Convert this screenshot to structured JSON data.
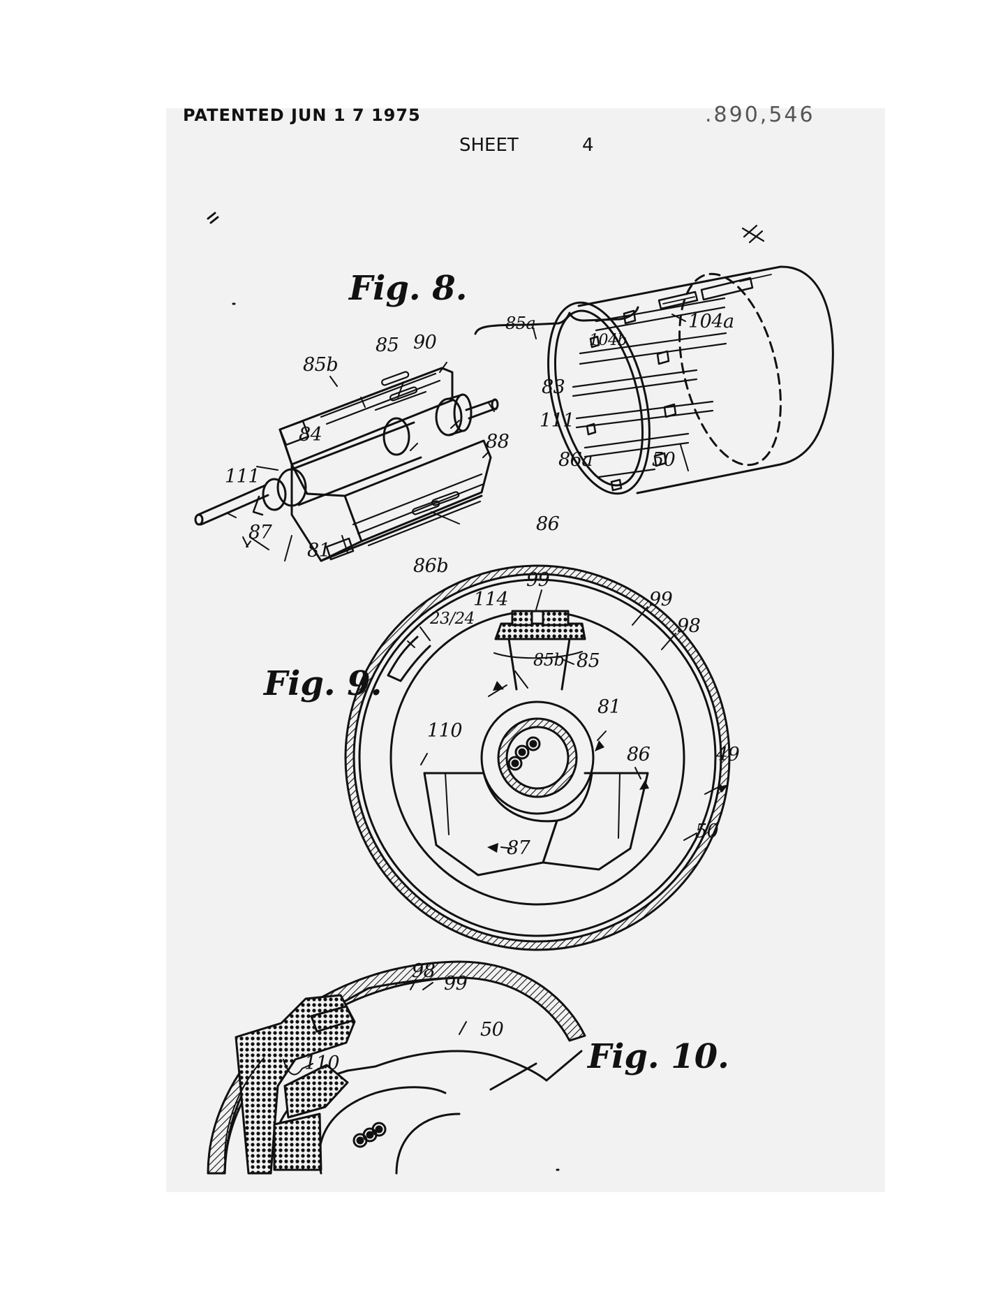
{
  "header": {
    "patented": "PATENTED JUN 1 7 1975",
    "patent_number": ".890,546",
    "sheet_label": "SHEET",
    "sheet_number": "4"
  },
  "figures": {
    "fig8": "Fig. 8.",
    "fig9": "Fig. 9.",
    "fig10": "Fig. 10."
  },
  "labels": {
    "l104a": "104a",
    "l104b": "104b",
    "l85a": "85a",
    "l85": "85",
    "l90": "90",
    "l85b": "85b",
    "l83": "83",
    "l111a": "111",
    "l84": "84",
    "l88": "88",
    "l86a": "86a",
    "l50a": "50",
    "l111b": "111",
    "l87a": "87",
    "l86": "86",
    "l81a": "81",
    "l86b": "86b",
    "l99a": "99",
    "l114": "114",
    "l99b": "99",
    "l2324": "23/24",
    "l98a": "98",
    "l85b2": "85b",
    "l85c": "85",
    "l81b": "81",
    "l110a": "110",
    "l86c": "86",
    "l49": "49",
    "l50b": "50",
    "l87b": "87",
    "l98b": "98",
    "l99c": "99",
    "l50c": "50",
    "l110b": "110"
  }
}
